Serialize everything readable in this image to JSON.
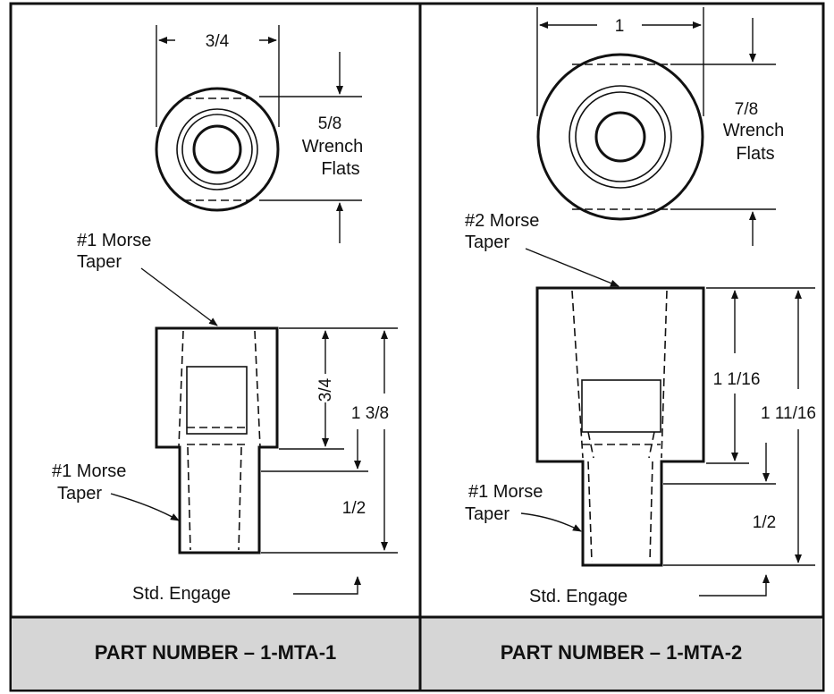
{
  "colors": {
    "ink": "#111111",
    "footer_fill": "#d6d6d6",
    "background": "#ffffff"
  },
  "left_panel": {
    "top_view": {
      "width_dim": "3/4",
      "flats_dim": "5/8",
      "flats_label_1": "Wrench",
      "flats_label_2": "Flats"
    },
    "upper_callout_1": "#1 Morse",
    "upper_callout_2": "Taper",
    "lower_callout_1": "#1 Morse",
    "lower_callout_2": "Taper",
    "dim_body": "3/4",
    "dim_overall": "1 3/8",
    "dim_shank": "1/2",
    "engage_label": "Std. Engage",
    "part_number": "PART NUMBER – 1-MTA-1"
  },
  "right_panel": {
    "top_view": {
      "width_dim": "1",
      "flats_dim": "7/8",
      "flats_label_1": "Wrench",
      "flats_label_2": "Flats"
    },
    "upper_callout_1": "#2 Morse",
    "upper_callout_2": "Taper",
    "lower_callout_1": "#1 Morse",
    "lower_callout_2": "Taper",
    "dim_body": "1 1/16",
    "dim_overall": "1 11/16",
    "dim_shank": "1/2",
    "engage_label": "Std. Engage",
    "part_number": "PART NUMBER – 1-MTA-2"
  }
}
